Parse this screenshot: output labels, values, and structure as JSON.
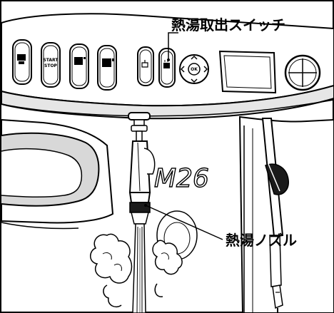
{
  "labels": {
    "hot_water_switch": "熱湯取出スイッチ",
    "hot_water_nozzle": "熱湯ノズル"
  },
  "panel": {
    "start_stop_line1": "START",
    "start_stop_line2": "STOP",
    "ok_label": "OK"
  },
  "machine": {
    "model_text": "M26"
  },
  "colors": {
    "line": "#000000",
    "background": "#ffffff",
    "shade": "#cfcfcf",
    "dark": "#1a1a1a"
  }
}
